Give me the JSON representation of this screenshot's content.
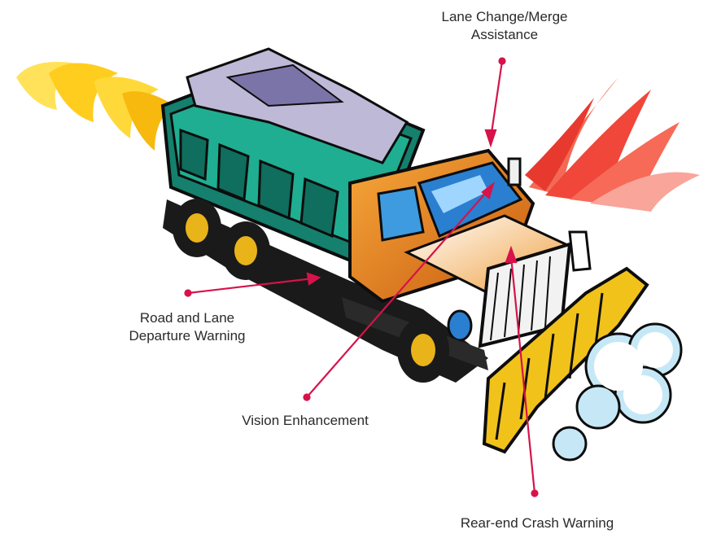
{
  "labels": {
    "lane_change": {
      "line1": "Lane Change/Merge",
      "line2": "Assistance"
    },
    "road_departure": {
      "line1": "Road and Lane",
      "line2": "Departure Warning"
    },
    "vision": {
      "line1": "Vision Enhancement"
    },
    "rear_end": {
      "line1": "Rear-end Crash Warning"
    }
  },
  "colors": {
    "leader": "#d6134a",
    "rear_wave": "#f2543f",
    "front_wave": "#f7c81c",
    "truck_body": "#1a9a82",
    "cab": "#e8861e",
    "plow": "#f1c21a",
    "snow": "#bfe6f5"
  }
}
